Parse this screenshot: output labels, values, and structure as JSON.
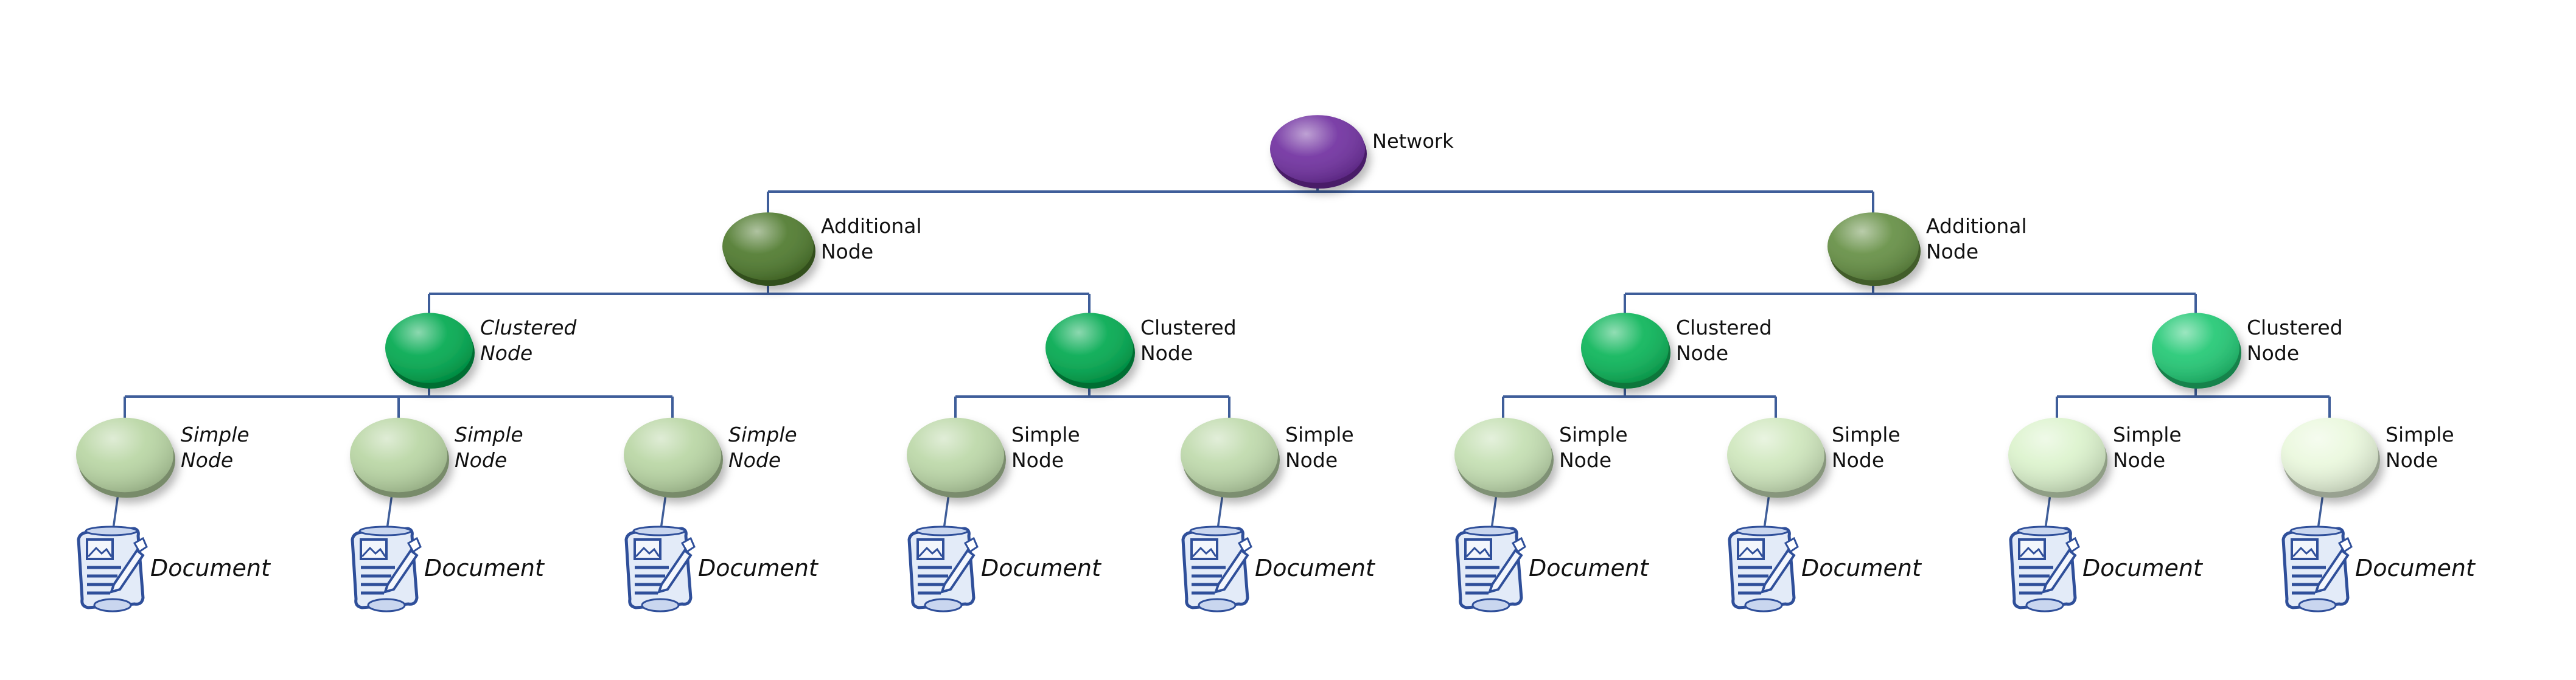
{
  "network": {
    "label": "Network",
    "color": "#7030a0",
    "children": [
      {
        "label_lines": [
          "Additional",
          "Node"
        ],
        "italic": false,
        "color": "#4f7a2e",
        "children": [
          {
            "label_lines": [
              "Clustered",
              "Node"
            ],
            "italic": true,
            "color": "#00a94f",
            "children": [
              {
                "label_lines": [
                  "Simple",
                  "Node"
                ],
                "italic": true,
                "color": "#b9d6a4",
                "document": "Document"
              },
              {
                "label_lines": [
                  "Simple",
                  "Node"
                ],
                "italic": true,
                "color": "#b9d6a4",
                "document": "Document"
              },
              {
                "label_lines": [
                  "Simple",
                  "Node"
                ],
                "italic": true,
                "color": "#b9d6a4",
                "document": "Document"
              }
            ]
          },
          {
            "label_lines": [
              "Clustered",
              "Node"
            ],
            "italic": false,
            "color": "#00a94f",
            "children": [
              {
                "label_lines": [
                  "Simple",
                  "Node"
                ],
                "italic": false,
                "color": "#bcd8a8",
                "document": "Document"
              },
              {
                "label_lines": [
                  "Simple",
                  "Node"
                ],
                "italic": false,
                "color": "#bfdaac",
                "document": "Document"
              }
            ]
          }
        ]
      },
      {
        "label_lines": [
          "Additional",
          "Node"
        ],
        "italic": false,
        "color": "#658f44",
        "children": [
          {
            "label_lines": [
              "Clustered",
              "Node"
            ],
            "italic": false,
            "color": "#0cb559",
            "children": [
              {
                "label_lines": [
                  "Simple",
                  "Node"
                ],
                "italic": false,
                "color": "#c4dfb2",
                "document": "Document"
              },
              {
                "label_lines": [
                  "Simple",
                  "Node"
                ],
                "italic": false,
                "color": "#cfe7bd",
                "document": "Document"
              }
            ]
          },
          {
            "label_lines": [
              "Clustered",
              "Node"
            ],
            "italic": false,
            "color": "#22c874",
            "children": [
              {
                "label_lines": [
                  "Simple",
                  "Node"
                ],
                "italic": false,
                "color": "#dcf3cd",
                "document": "Document"
              },
              {
                "label_lines": [
                  "Simple",
                  "Node"
                ],
                "italic": false,
                "color": "#eaf8dd",
                "document": "Document"
              }
            ]
          }
        ]
      }
    ]
  },
  "document_icon": "document-icon",
  "connector_color": "#3f5e9a",
  "document_icon_color": "#2f4f9a"
}
